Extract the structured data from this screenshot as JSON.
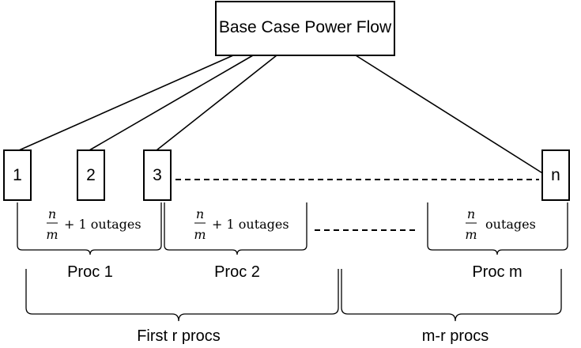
{
  "root": {
    "label": "Base Case Power Flow"
  },
  "nodes": [
    {
      "label": "1"
    },
    {
      "label": "2"
    },
    {
      "label": "3"
    },
    {
      "label": "n"
    }
  ],
  "fractions": [
    {
      "num": "n",
      "den": "m",
      "suffix": "+ 1  outages"
    },
    {
      "num": "n",
      "den": "m",
      "suffix": "+ 1  outages"
    },
    {
      "num": "n",
      "den": "m",
      "suffix": "outages"
    }
  ],
  "procs": [
    {
      "label": "Proc 1"
    },
    {
      "label": "Proc 2"
    },
    {
      "label": "Proc m"
    }
  ],
  "groups": [
    {
      "label": "First r procs"
    },
    {
      "label": "m-r procs"
    }
  ]
}
